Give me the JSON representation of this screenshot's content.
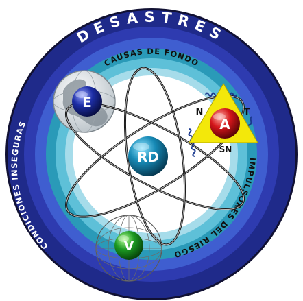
{
  "rings": {
    "outer_title": "DESASTRES",
    "inner_top": "CAUSAS DE FONDO",
    "left_arc": "CONDICIONES INSEGURAS",
    "right_arc": "IMPULSORES DEL RIESGO"
  },
  "nodes": {
    "center": "RD",
    "top_left": "E",
    "bottom": "V",
    "right": "A"
  },
  "triangle_labels": {
    "left": "N",
    "right": "T",
    "bottom": "SN"
  },
  "colors": {
    "ring_outer": "#1f2a8a",
    "ring_2": "#2e3bb0",
    "ring_3": "#3f5ed0",
    "ring_4": "#2a9ab8",
    "ring_5": "#5ec0d8",
    "ring_6": "#a6dcea",
    "center_sphere": "#0d7fa8",
    "node_e": "#1d2ea6",
    "node_v": "#1c9a22",
    "node_a": "#d4161a",
    "triangle": "#f3e80a",
    "spring": "#1b3a8f"
  }
}
